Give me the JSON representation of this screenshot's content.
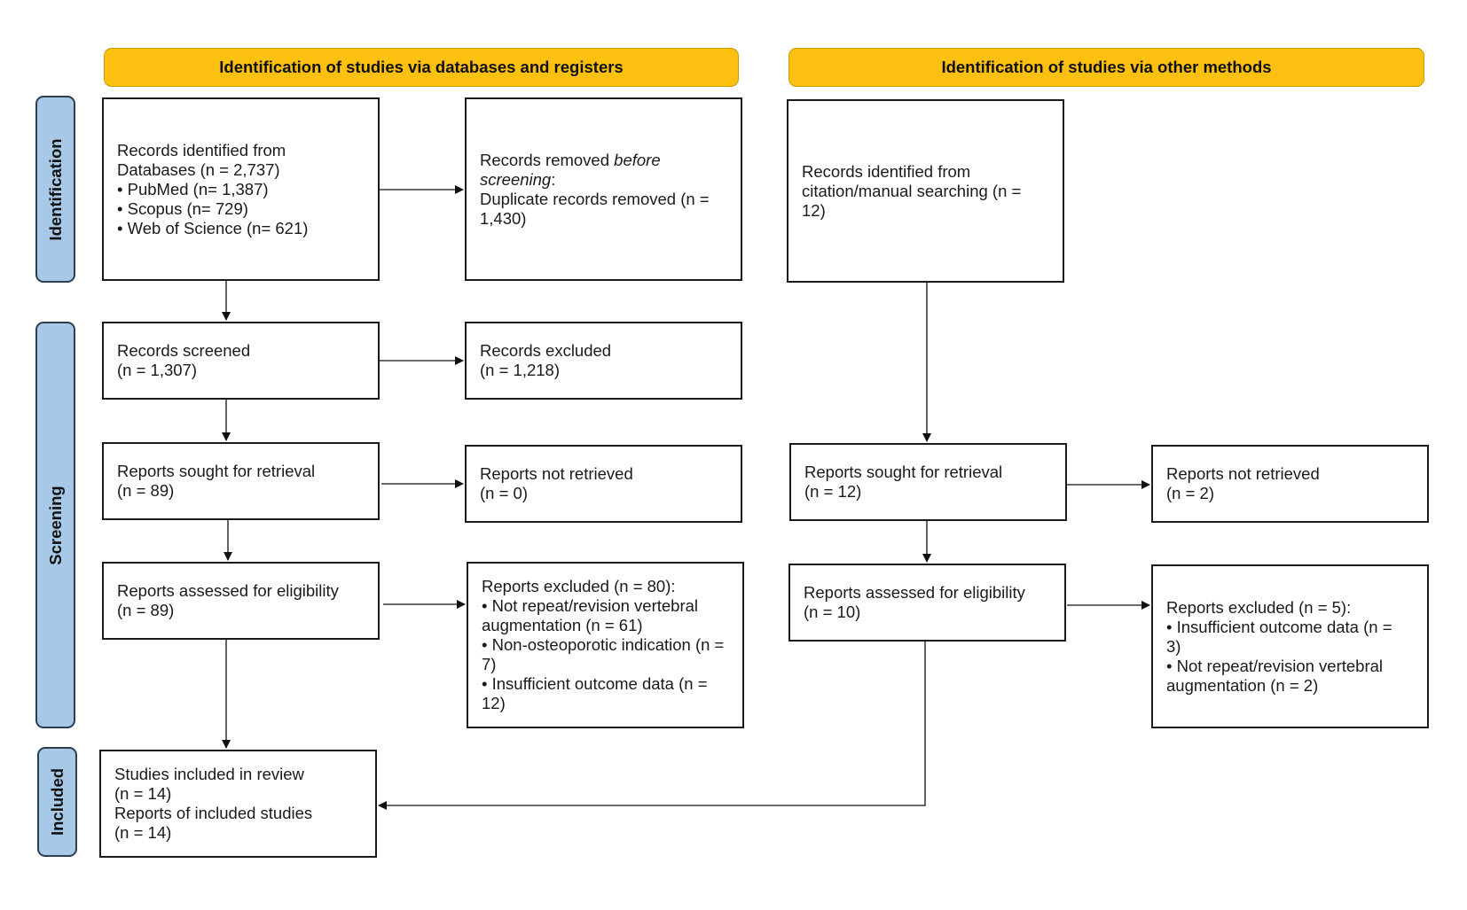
{
  "headers": {
    "databases": "Identification of studies via databases and registers",
    "other": "Identification of studies via other methods"
  },
  "phases": {
    "identification": "Identification",
    "screening": "Screening",
    "included": "Included"
  },
  "left": {
    "records_identified": {
      "line1": "Records identified from",
      "line2": "Databases (n = 2,737)",
      "items": [
        "PubMed (n= 1,387)",
        "Scopus (n= 729)",
        "Web of Science (n= 621)"
      ]
    },
    "records_removed": {
      "pre": "Records removed ",
      "em1": "before",
      "em2": "screening",
      "colon": ":",
      "line3": "Duplicate records removed  (n =",
      "line4": "1,430)"
    },
    "records_screened": {
      "line1": "Records screened",
      "line2": "(n = 1,307)"
    },
    "records_excluded": {
      "line1": "Records excluded",
      "line2": "(n = 1,218)"
    },
    "reports_sought": {
      "line1": "Reports sought for retrieval",
      "line2": "(n = 89)"
    },
    "reports_not_retrieved": {
      "line1": "Reports not retrieved",
      "line2": "(n = 0)"
    },
    "reports_assessed": {
      "line1": "Reports assessed for eligibility",
      "line2": "(n = 89)"
    },
    "reports_excluded": {
      "line1": "Reports excluded (n = 80):",
      "items": [
        {
          "a": "Not repeat/revision vertebral",
          "b": "augmentation (n = 61)"
        },
        {
          "a": "Non-osteoporotic indication (n =",
          "b": "7)"
        },
        {
          "a": "Insufficient outcome data (n =",
          "b": "12)"
        }
      ]
    },
    "studies_included": {
      "line1": "Studies included in review",
      "line2": "(n = 14)",
      "line3": "Reports of included studies",
      "line4": "(n = 14)"
    }
  },
  "right": {
    "records_identified": {
      "line1": "Records identified from",
      "line2": "citation/manual searching (n =",
      "line3": "12)"
    },
    "reports_sought": {
      "line1": "Reports sought for retrieval",
      "line2": "(n = 12)"
    },
    "reports_not_retrieved": {
      "line1": "Reports not retrieved",
      "line2": "(n = 2)"
    },
    "reports_assessed": {
      "line1": "Reports assessed for eligibility",
      "line2": "(n = 10)"
    },
    "reports_excluded": {
      "line1": "Reports excluded (n = 5):",
      "items": [
        {
          "a": "Insufficient outcome data (n =",
          "b": "3)"
        },
        {
          "a": "Not repeat/revision vertebral",
          "b": "augmentation (n = 2)"
        }
      ]
    }
  }
}
